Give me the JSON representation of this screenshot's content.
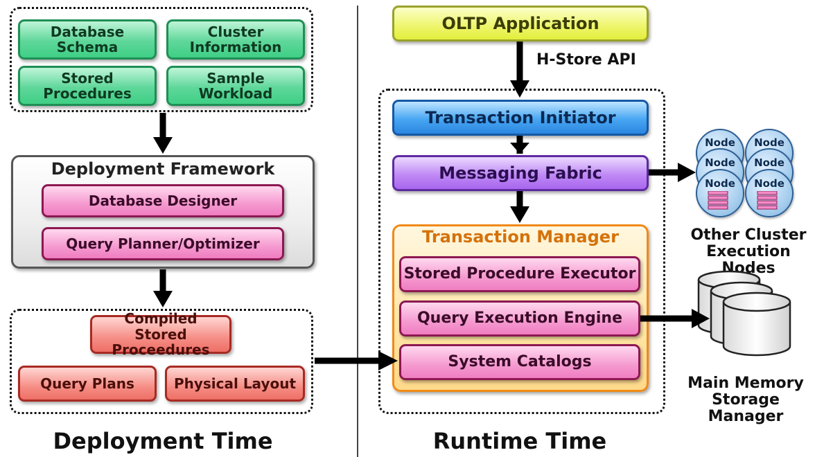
{
  "deployment": {
    "inputs": [
      "Database Schema",
      "Cluster Information",
      "Stored Procedures",
      "Sample Workload"
    ],
    "framework": {
      "title": "Deployment Framework",
      "items": [
        "Database Designer",
        "Query Planner/Optimizer"
      ]
    },
    "outputs": {
      "compiled": "Compiled Stored Proceedures",
      "query_plans": "Query Plans",
      "physical_layout": "Physical Layout"
    },
    "footer": "Deployment Time"
  },
  "runtime": {
    "application": "OLTP Application",
    "api_label": "H-Store API",
    "initiator": "Transaction Initiator",
    "fabric": "Messaging Fabric",
    "manager": {
      "title": "Transaction Manager",
      "items": [
        "Stored Procedure Executor",
        "Query Execution Engine",
        "System Catalogs"
      ]
    },
    "nodes": {
      "label": "Node",
      "caption": "Other Cluster Execution Nodes"
    },
    "storage": {
      "caption": "Main Memory Storage Manager"
    },
    "footer": "Runtime Time"
  }
}
